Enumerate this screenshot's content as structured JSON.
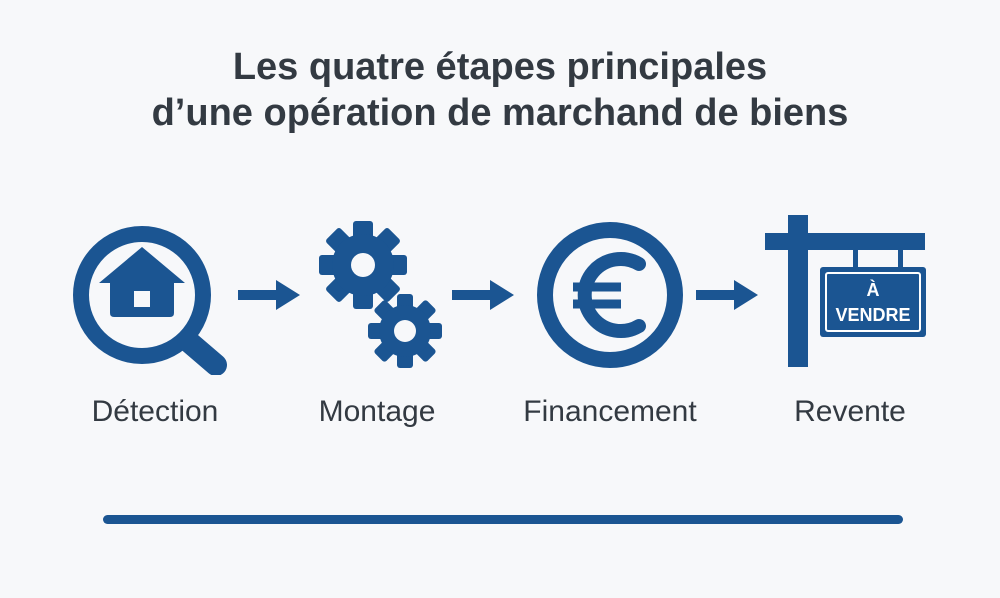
{
  "title": {
    "line1": "Les quatre étapes principales",
    "line2": "d’une opération de marchand de biens"
  },
  "steps": [
    {
      "label": "Détection",
      "icon": "house-search-icon"
    },
    {
      "label": "Montage",
      "icon": "gears-icon"
    },
    {
      "label": "Financement",
      "icon": "euro-icon"
    },
    {
      "label": "Revente",
      "icon": "for-sale-sign-icon"
    }
  ],
  "sign": {
    "line1": "À",
    "line2": "VENDRE"
  },
  "colors": {
    "primary": "#1b5592",
    "text": "#333a42",
    "background": "#f7f8fa"
  }
}
